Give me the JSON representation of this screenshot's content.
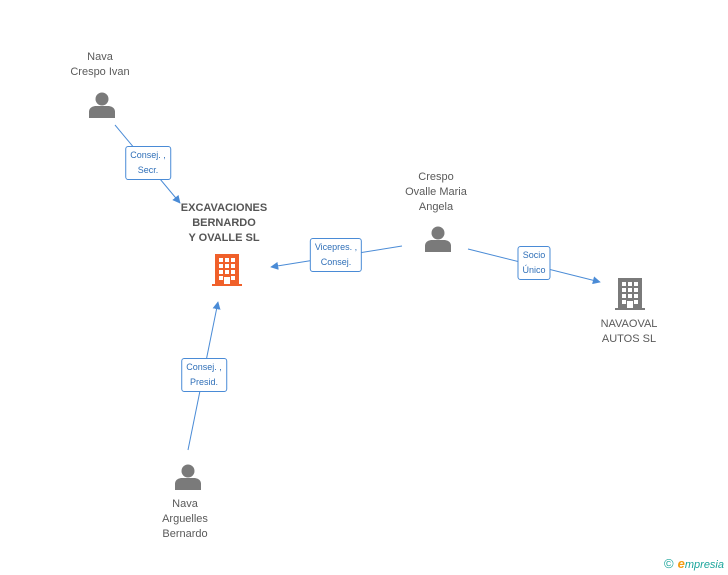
{
  "nodes": {
    "nava_crespo_ivan": {
      "lines": [
        "Nava",
        "Crespo Ivan"
      ],
      "type": "person"
    },
    "excavaciones": {
      "lines": [
        "EXCAVACIONES",
        "BERNARDO",
        "Y OVALLE SL"
      ],
      "type": "company-main"
    },
    "crespo_ovalle_maria": {
      "lines": [
        "Crespo",
        "Ovalle Maria",
        "Angela"
      ],
      "type": "person"
    },
    "navaoval": {
      "lines": [
        "NAVAOVAL",
        "AUTOS SL"
      ],
      "type": "company"
    },
    "nava_arguelles": {
      "lines": [
        "Nava",
        "Arguelles",
        "Bernardo"
      ],
      "type": "person"
    }
  },
  "edges": {
    "ivan_exc": {
      "lines": [
        "Consej. ,",
        "Secr."
      ]
    },
    "maria_exc": {
      "lines": [
        "Vicepres. ,",
        "Consej."
      ]
    },
    "maria_nav": {
      "lines": [
        "Socio",
        "Único"
      ]
    },
    "bern_exc": {
      "lines": [
        "Consej. ,",
        "Presid."
      ]
    }
  },
  "colors": {
    "edge": "#4a8bd6",
    "person_icon": "#7a7a7a",
    "main_company_icon": "#f0602a",
    "company_icon": "#7a7a7a"
  },
  "footer": {
    "copyright": "©",
    "brand_e": "e",
    "brand_rest": "mpresia"
  }
}
